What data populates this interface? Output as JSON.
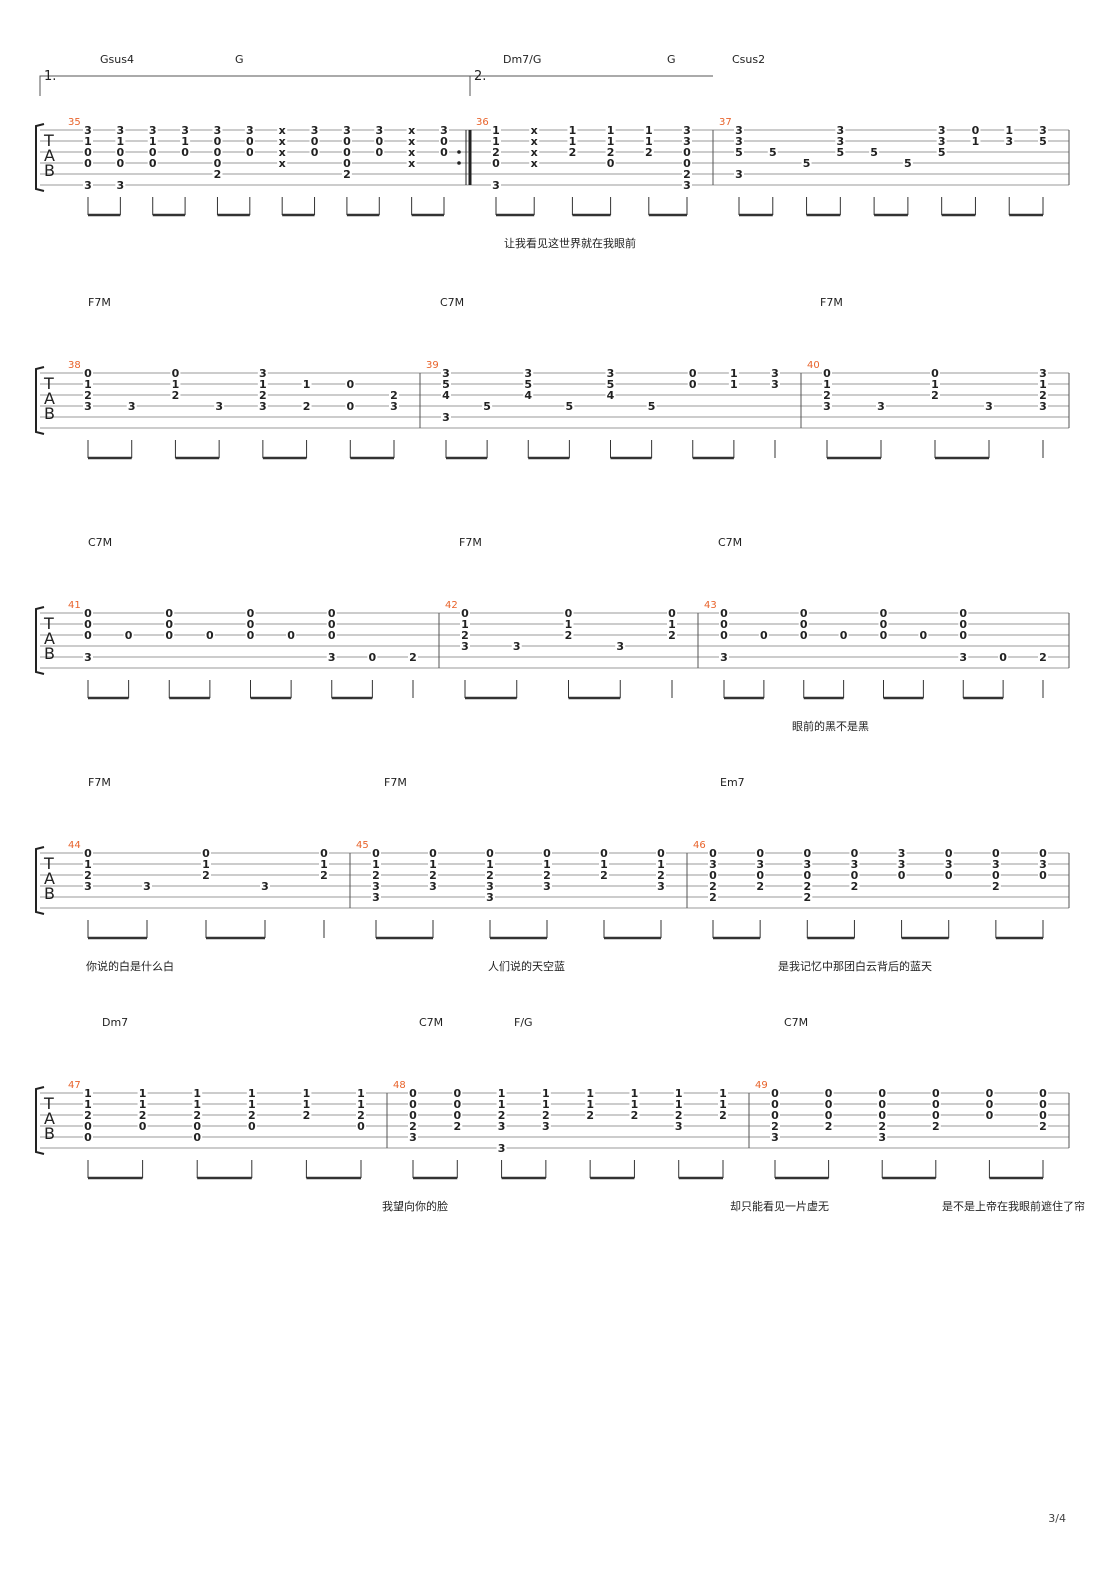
{
  "page_number": "3/4",
  "systems": [
    {
      "volta": [
        "1.",
        "2."
      ],
      "measures": [
        {
          "num": "35",
          "chords": [
            "Gsus4",
            "G"
          ],
          "lyric": "",
          "cols": [
            [
              "3",
              "1",
              "0",
              "0",
              "",
              "3"
            ],
            [
              "3",
              "1",
              "0",
              "0",
              "",
              "3"
            ],
            [
              "3",
              "1",
              "0",
              "0",
              "",
              ""
            ],
            [
              "3",
              "1",
              "0",
              "",
              "",
              ""
            ],
            [
              "3",
              "0",
              "0",
              "0",
              "2",
              ""
            ],
            [
              "3",
              "0",
              "0",
              "",
              "",
              ""
            ],
            [
              "x",
              "x",
              "x",
              "x",
              "",
              ""
            ],
            [
              "3",
              "0",
              "0",
              "",
              "",
              ""
            ],
            [
              "3",
              "0",
              "0",
              "0",
              "2",
              ""
            ],
            [
              "3",
              "0",
              "0",
              "",
              "",
              ""
            ],
            [
              "x",
              "x",
              "x",
              "x",
              "",
              ""
            ],
            [
              "3",
              "0",
              "0",
              "",
              "",
              ""
            ]
          ]
        },
        {
          "num": "36",
          "chords": [
            "Dm7/G",
            "G",
            "Csus2"
          ],
          "lyric": "让我看见这世界就在我眼前",
          "cols": [
            [
              "1",
              "1",
              "2",
              "0",
              "",
              "3"
            ],
            [
              "x",
              "x",
              "x",
              "x",
              "",
              ""
            ],
            [
              "1",
              "1",
              "2",
              "",
              "",
              ""
            ],
            [
              "1",
              "1",
              "2",
              "0",
              "",
              ""
            ],
            [
              "1",
              "1",
              "2",
              "",
              "",
              ""
            ],
            [
              "3",
              "3",
              "0",
              "0",
              "2",
              "3"
            ]
          ]
        },
        {
          "num": "37",
          "chords": [],
          "lyric": "",
          "cols": [
            [
              "3",
              "3",
              "5",
              "",
              "3",
              ""
            ],
            [
              "",
              "",
              "5",
              "",
              "",
              ""
            ],
            [
              "",
              "",
              "",
              "5",
              "",
              ""
            ],
            [
              "3",
              "3",
              "5",
              "",
              "",
              ""
            ],
            [
              "",
              "",
              "5",
              "",
              "",
              ""
            ],
            [
              "",
              "",
              "",
              "5",
              "",
              ""
            ],
            [
              "3",
              "3",
              "5",
              "",
              "",
              ""
            ],
            [
              "0",
              "1",
              "",
              "",
              "",
              ""
            ],
            [
              "1",
              "3",
              "",
              "",
              "",
              ""
            ],
            [
              "3",
              "5",
              "",
              "",
              "",
              ""
            ]
          ]
        }
      ]
    },
    {
      "volta": [],
      "measures": [
        {
          "num": "38",
          "chords": [
            "F7M"
          ],
          "lyric": "",
          "cols": [
            [
              "0",
              "1",
              "2",
              "3",
              "",
              ""
            ],
            [
              "",
              "",
              "",
              "3",
              "",
              ""
            ],
            [
              "0",
              "1",
              "2",
              "",
              "",
              ""
            ],
            [
              "",
              "",
              "",
              "3",
              "",
              ""
            ],
            [
              "3",
              "1",
              "2",
              "3",
              "",
              ""
            ],
            [
              "",
              "1",
              "",
              "2",
              "",
              ""
            ],
            [
              "",
              "0",
              "",
              "0",
              "",
              ""
            ],
            [
              "",
              "",
              "2",
              "3",
              "",
              ""
            ]
          ]
        },
        {
          "num": "39",
          "chords": [
            "C7M"
          ],
          "lyric": "",
          "cols": [
            [
              "3",
              "5",
              "4",
              "",
              "3",
              ""
            ],
            [
              "",
              "",
              "",
              "5",
              "",
              ""
            ],
            [
              "3",
              "5",
              "4",
              "",
              "",
              ""
            ],
            [
              "",
              "",
              "",
              "5",
              "",
              ""
            ],
            [
              "3",
              "5",
              "4",
              "",
              "",
              ""
            ],
            [
              "",
              "",
              "",
              "5",
              "",
              ""
            ],
            [
              "0",
              "0",
              "",
              "",
              "",
              ""
            ],
            [
              "1",
              "1",
              "",
              "",
              "",
              ""
            ],
            [
              "3",
              "3",
              "",
              "",
              "",
              ""
            ]
          ]
        },
        {
          "num": "40",
          "chords": [
            "F7M"
          ],
          "lyric": "",
          "cols": [
            [
              "0",
              "1",
              "2",
              "3",
              "",
              ""
            ],
            [
              "",
              "",
              "",
              "3",
              "",
              ""
            ],
            [
              "0",
              "1",
              "2",
              "",
              "",
              ""
            ],
            [
              "",
              "",
              "",
              "3",
              "",
              ""
            ],
            [
              "3",
              "1",
              "2",
              "3",
              "",
              ""
            ]
          ]
        }
      ]
    },
    {
      "volta": [],
      "measures": [
        {
          "num": "41",
          "chords": [
            "C7M"
          ],
          "lyric": "",
          "cols": [
            [
              "0",
              "0",
              "0",
              "",
              "3",
              ""
            ],
            [
              "",
              "",
              "0",
              "",
              "",
              ""
            ],
            [
              "0",
              "0",
              "0",
              "",
              "",
              ""
            ],
            [
              "",
              "",
              "0",
              "",
              "",
              ""
            ],
            [
              "0",
              "0",
              "0",
              "",
              "",
              ""
            ],
            [
              "",
              "",
              "0",
              "",
              "",
              ""
            ],
            [
              "0",
              "0",
              "0",
              "",
              "3",
              ""
            ],
            [
              "",
              "",
              "",
              "",
              "0",
              ""
            ],
            [
              "",
              "",
              "",
              "",
              "2",
              ""
            ]
          ]
        },
        {
          "num": "42",
          "chords": [
            "F7M"
          ],
          "lyric": "",
          "cols": [
            [
              "0",
              "1",
              "2",
              "3",
              "",
              ""
            ],
            [
              "",
              "",
              "",
              "3",
              "",
              ""
            ],
            [
              "0",
              "1",
              "2",
              "",
              "",
              ""
            ],
            [
              "",
              "",
              "",
              "3",
              "",
              ""
            ],
            [
              "0",
              "1",
              "2",
              "",
              "",
              ""
            ]
          ]
        },
        {
          "num": "43",
          "chords": [
            "C7M"
          ],
          "lyric": "眼前的黑不是黑",
          "cols": [
            [
              "0",
              "0",
              "0",
              "",
              "3",
              ""
            ],
            [
              "",
              "",
              "0",
              "",
              "",
              ""
            ],
            [
              "0",
              "0",
              "0",
              "",
              "",
              ""
            ],
            [
              "",
              "",
              "0",
              "",
              "",
              ""
            ],
            [
              "0",
              "0",
              "0",
              "",
              "",
              ""
            ],
            [
              "",
              "",
              "0",
              "",
              "",
              ""
            ],
            [
              "0",
              "0",
              "0",
              "",
              "3",
              ""
            ],
            [
              "",
              "",
              "",
              "",
              "0",
              ""
            ],
            [
              "",
              "",
              "",
              "",
              "2",
              ""
            ]
          ]
        }
      ]
    },
    {
      "volta": [],
      "measures": [
        {
          "num": "44",
          "chords": [
            "F7M"
          ],
          "lyric": "你说的白是什么白",
          "cols": [
            [
              "0",
              "1",
              "2",
              "3",
              "",
              ""
            ],
            [
              "",
              "",
              "",
              "3",
              "",
              ""
            ],
            [
              "0",
              "1",
              "2",
              "",
              "",
              ""
            ],
            [
              "",
              "",
              "",
              "3",
              "",
              ""
            ],
            [
              "0",
              "1",
              "2",
              "",
              "",
              ""
            ]
          ]
        },
        {
          "num": "45",
          "chords": [
            "F7M"
          ],
          "lyric": "人们说的天空蓝",
          "cols": [
            [
              "0",
              "1",
              "2",
              "3",
              "3",
              ""
            ],
            [
              "0",
              "1",
              "2",
              "3",
              "",
              ""
            ],
            [
              "0",
              "1",
              "2",
              "3",
              "3",
              ""
            ],
            [
              "0",
              "1",
              "2",
              "3",
              "",
              ""
            ],
            [
              "0",
              "1",
              "2",
              "",
              "",
              ""
            ],
            [
              "0",
              "1",
              "2",
              "3",
              "",
              ""
            ]
          ]
        },
        {
          "num": "46",
          "chords": [
            "Em7"
          ],
          "lyric": "是我记忆中那团白云背后的蓝天",
          "cols": [
            [
              "0",
              "3",
              "0",
              "2",
              "2",
              ""
            ],
            [
              "0",
              "3",
              "0",
              "2",
              "",
              ""
            ],
            [
              "0",
              "3",
              "0",
              "2",
              "2",
              ""
            ],
            [
              "0",
              "3",
              "0",
              "2",
              "",
              ""
            ],
            [
              "3",
              "3",
              "0",
              "",
              "",
              ""
            ],
            [
              "0",
              "3",
              "0",
              "",
              "",
              ""
            ],
            [
              "0",
              "3",
              "0",
              "2",
              "",
              ""
            ],
            [
              "0",
              "3",
              "0",
              "",
              "",
              ""
            ]
          ]
        }
      ]
    },
    {
      "volta": [],
      "measures": [
        {
          "num": "47",
          "chords": [
            "Dm7"
          ],
          "lyric": "我望向你的脸",
          "cols": [
            [
              "1",
              "1",
              "2",
              "0",
              "0",
              ""
            ],
            [
              "1",
              "1",
              "2",
              "0",
              "",
              ""
            ],
            [
              "1",
              "1",
              "2",
              "0",
              "0",
              ""
            ],
            [
              "1",
              "1",
              "2",
              "0",
              "",
              ""
            ],
            [
              "1",
              "1",
              "2",
              "",
              "",
              ""
            ],
            [
              "1",
              "1",
              "2",
              "0",
              "",
              ""
            ]
          ]
        },
        {
          "num": "48",
          "chords": [
            "C7M",
            "F/G"
          ],
          "lyric": "却只能看见一片虚无",
          "cols": [
            [
              "0",
              "0",
              "0",
              "2",
              "3",
              ""
            ],
            [
              "0",
              "0",
              "0",
              "2",
              "",
              ""
            ],
            [
              "1",
              "1",
              "2",
              "3",
              "",
              "3"
            ],
            [
              "1",
              "1",
              "2",
              "3",
              "",
              ""
            ],
            [
              "1",
              "1",
              "2",
              "",
              "",
              ""
            ],
            [
              "1",
              "1",
              "2",
              "",
              "",
              ""
            ],
            [
              "1",
              "1",
              "2",
              "3",
              "",
              ""
            ],
            [
              "1",
              "1",
              "2",
              "",
              "",
              ""
            ]
          ]
        },
        {
          "num": "49",
          "chords": [
            "C7M"
          ],
          "lyric": "是不是上帝在我眼前遮住了帘",
          "cols": [
            [
              "0",
              "0",
              "0",
              "2",
              "3",
              ""
            ],
            [
              "0",
              "0",
              "0",
              "2",
              "",
              ""
            ],
            [
              "0",
              "0",
              "0",
              "2",
              "3",
              ""
            ],
            [
              "0",
              "0",
              "0",
              "2",
              "",
              ""
            ],
            [
              "0",
              "0",
              "0",
              "",
              "",
              ""
            ],
            [
              "0",
              "0",
              "0",
              "2",
              "",
              ""
            ]
          ]
        }
      ]
    }
  ]
}
